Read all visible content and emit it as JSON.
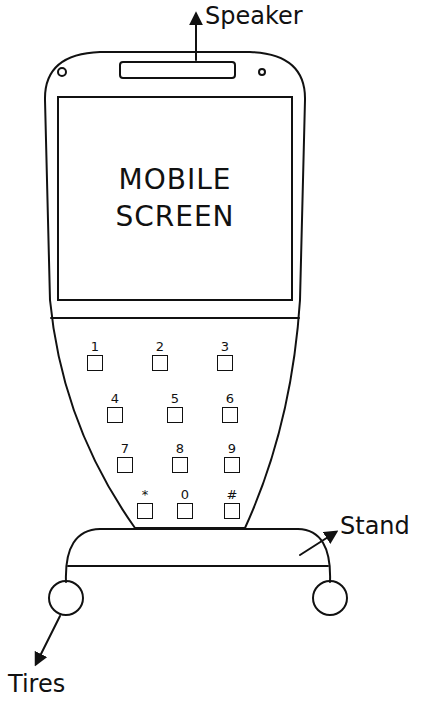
{
  "diagram": {
    "nodes": [
      {
        "text": [
          "MOBILE SCREEN"
        ]
      },
      {
        "text": [
          "1"
        ]
      },
      {
        "text": [
          "2"
        ]
      },
      {
        "text": [
          "3"
        ]
      },
      {
        "text": [
          "4"
        ]
      },
      {
        "text": [
          "5"
        ]
      },
      {
        "text": [
          "6"
        ]
      },
      {
        "text": [
          "7"
        ]
      },
      {
        "text": [
          "8"
        ]
      },
      {
        "text": [
          "9"
        ]
      },
      {
        "text": [
          "*"
        ]
      },
      {
        "text": [
          "0"
        ]
      },
      {
        "text": [
          "#"
        ]
      }
    ],
    "labels": [
      "Speaker",
      "Stand",
      "Tires"
    ]
  }
}
